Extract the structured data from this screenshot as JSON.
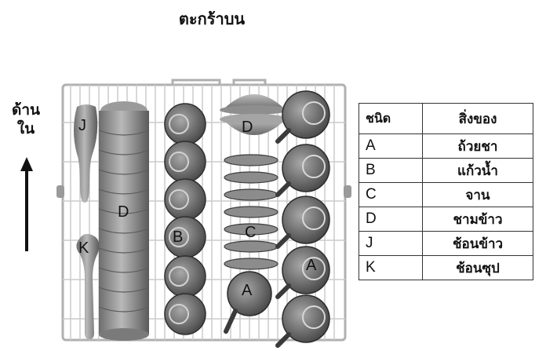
{
  "title": "ตะกร้าบน",
  "direction_label": "ด้าน\nใน",
  "legend": {
    "header_type": "ชนิด",
    "header_item": "สิ่งของ",
    "rows": [
      {
        "key": "A",
        "item": "ถ้วยชา"
      },
      {
        "key": "B",
        "item": "แก้วน้ำ"
      },
      {
        "key": "C",
        "item": "จาน"
      },
      {
        "key": "D",
        "item": "ชามข้าว"
      },
      {
        "key": "J",
        "item": "ช้อนข้าว"
      },
      {
        "key": "K",
        "item": "ช้อนซุป"
      }
    ]
  },
  "rack_labels": {
    "j": "J",
    "k": "K",
    "d_stack": "D",
    "b": "B",
    "d_top": "D",
    "c": "C",
    "a_bottom": "A",
    "a_right": "A"
  }
}
